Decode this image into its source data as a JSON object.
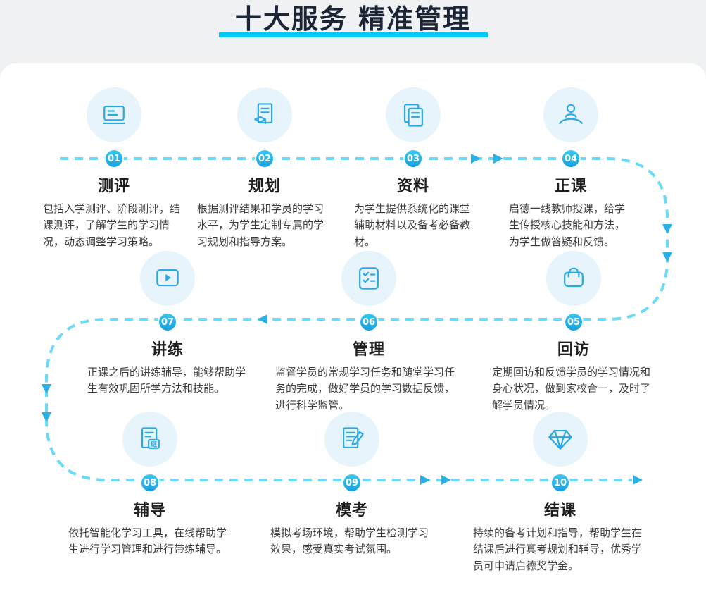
{
  "page_title": "十大服务 精准管理",
  "colors": {
    "title_text": "#1b2536",
    "title_underline": "#00c8f2",
    "dashed_line": "#69dbf7",
    "arrow": "#2ab2e8",
    "badge": "#29b6e8",
    "icon": "#2aa9e3",
    "icon_circle_bg": "#e7f4fc",
    "card_bg": "#ffffff",
    "page_bg": "#f0f1f2"
  },
  "items": [
    {
      "num": "01",
      "title": "测评",
      "icon": "assessment-icon",
      "desc": "包括入学测评、阶段测评，结课测评，了解学生的学习情况，动态调整学习策略。"
    },
    {
      "num": "02",
      "title": "规划",
      "icon": "planning-icon",
      "desc": "根据测评结果和学员的学习水平，为学生定制专属的学习规划和指导方案。"
    },
    {
      "num": "03",
      "title": "资料",
      "icon": "materials-icon",
      "desc": "为学生提供系统化的课堂辅助材料以及备考必备教材。"
    },
    {
      "num": "04",
      "title": "正课",
      "icon": "lecture-icon",
      "desc": "启德一线教师授课，给学生传授核心技能和方法，为学生做答疑和反馈。"
    },
    {
      "num": "05",
      "title": "回访",
      "icon": "follow-up-icon",
      "desc": "定期回访和反馈学员的学习情况和身心状况，做到家校合一，及时了解学员情况。"
    },
    {
      "num": "06",
      "title": "管理",
      "icon": "management-icon",
      "desc": "监督学员的常规学习任务和随堂学习任务的完成，做好学员的学习数据反馈，进行科学监管。"
    },
    {
      "num": "07",
      "title": "讲练",
      "icon": "practice-icon",
      "desc": "正课之后的讲练辅导，能够帮助学生有效巩固所学方法和技能。"
    },
    {
      "num": "08",
      "title": "辅导",
      "icon": "tutoring-icon",
      "desc": "依托智能化学习工具，在线帮助学生进行学习管理和进行带练辅导。"
    },
    {
      "num": "09",
      "title": "模考",
      "icon": "mock-exam-icon",
      "desc": "模拟考场环境，帮助学生检测学习效果，感受真实考试氛围。"
    },
    {
      "num": "10",
      "title": "结课",
      "icon": "completion-icon",
      "desc": "持续的备考计划和指导，帮助学生在结课后进行真考规划和辅导，优秀学员可申请启德奖学金。"
    }
  ]
}
